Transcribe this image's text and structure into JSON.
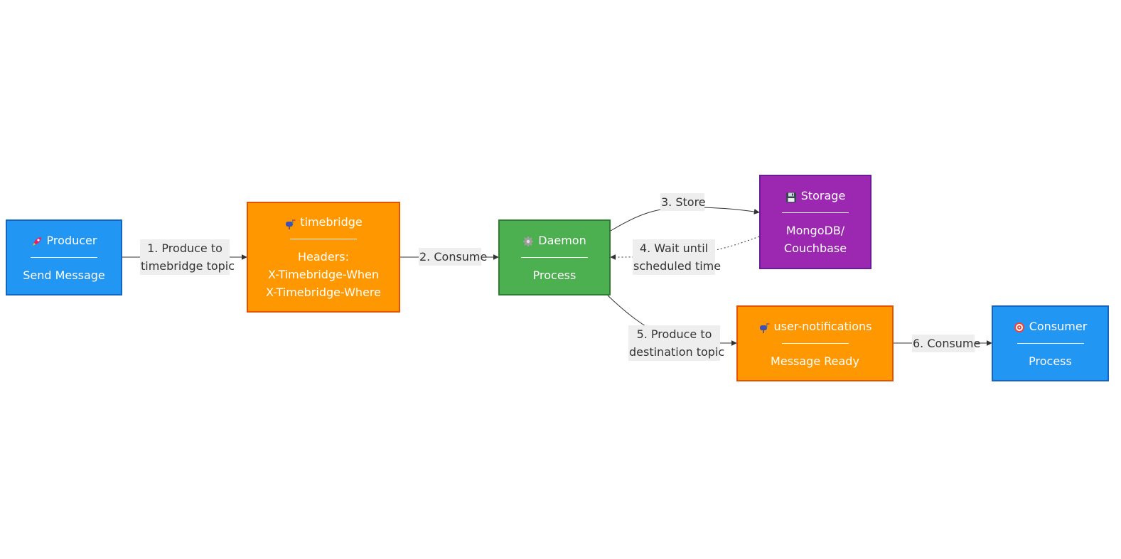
{
  "colors": {
    "blue": "#2196f3",
    "blue_border": "#1565c0",
    "orange": "#ff9800",
    "orange_border": "#e65100",
    "green": "#4caf50",
    "green_border": "#2e7d32",
    "purple": "#9c27b0",
    "purple_border": "#6a1b9a",
    "edge": "#333333",
    "label_bg": "#eeeeee"
  },
  "nodes": {
    "producer": {
      "icon": "rocket-icon",
      "title": "Producer",
      "lines": [
        "Send Message"
      ]
    },
    "timebridge": {
      "icon": "mailbox-icon",
      "title": "timebridge",
      "lines": [
        "Headers:",
        "X-Timebridge-When",
        "X-Timebridge-Where"
      ]
    },
    "daemon": {
      "icon": "gear-icon",
      "title": "Daemon",
      "lines": [
        "Process"
      ]
    },
    "storage": {
      "icon": "floppy-disk-icon",
      "title": "Storage",
      "lines": [
        "MongoDB/",
        "Couchbase"
      ]
    },
    "user_notifications": {
      "icon": "mailbox-icon",
      "title": "user-notifications",
      "lines": [
        "Message Ready"
      ]
    },
    "consumer": {
      "icon": "target-icon",
      "title": "Consumer",
      "lines": [
        "Process"
      ]
    }
  },
  "edges": {
    "e1": {
      "label": [
        "1. Produce to",
        "timebridge topic"
      ],
      "style": "solid"
    },
    "e2": {
      "label": [
        "2. Consume"
      ],
      "style": "solid"
    },
    "e3": {
      "label": [
        "3. Store"
      ],
      "style": "solid"
    },
    "e4": {
      "label": [
        "4. Wait until",
        "scheduled time"
      ],
      "style": "dotted"
    },
    "e5": {
      "label": [
        "5. Produce to",
        "destination topic"
      ],
      "style": "solid"
    },
    "e6": {
      "label": [
        "6. Consume"
      ],
      "style": "solid"
    }
  }
}
